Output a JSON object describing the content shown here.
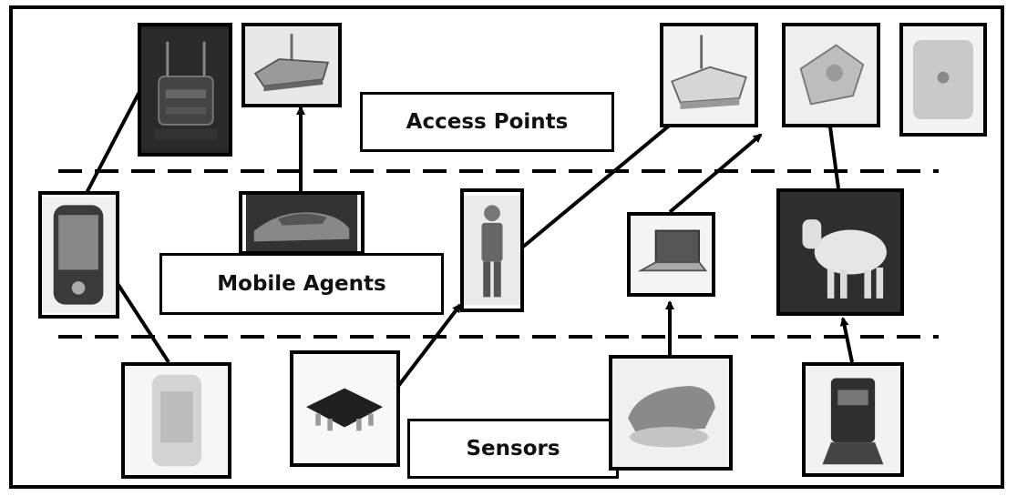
{
  "labels": {
    "access_points": "Access Points",
    "mobile_agents": "Mobile Agents",
    "sensors": "Sensors"
  },
  "tiers": [
    "access-points",
    "mobile-agents",
    "sensors"
  ],
  "icons": {
    "access_points": [
      "access-point-tower-icon",
      "router-icon",
      "wireless-router-icon",
      "access-point-hub-icon",
      "access-point-disc-icon"
    ],
    "mobile_agents": [
      "smartphone-icon",
      "car-icon",
      "person-icon",
      "laptop-icon",
      "goat-icon"
    ],
    "sensors": [
      "sensor-module-icon",
      "chip-sensor-icon",
      "sensor-pod-icon",
      "sensor-station-icon"
    ]
  },
  "colors": {
    "line": "#000000",
    "background": "#ffffff"
  }
}
